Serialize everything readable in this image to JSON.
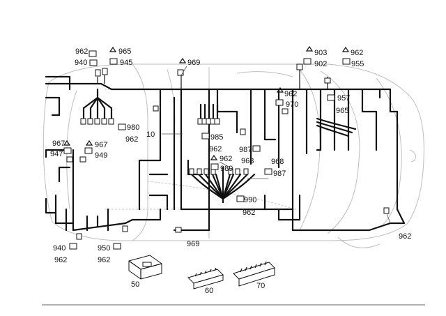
{
  "callouts": [
    {
      "id": "c962a",
      "text": "962"
    },
    {
      "id": "c965a",
      "text": "965"
    },
    {
      "id": "c940a",
      "text": "940"
    },
    {
      "id": "c945",
      "text": "945"
    },
    {
      "id": "c969a",
      "text": "969"
    },
    {
      "id": "c903",
      "text": "903"
    },
    {
      "id": "c962b",
      "text": "962"
    },
    {
      "id": "c902",
      "text": "902"
    },
    {
      "id": "c955",
      "text": "955"
    },
    {
      "id": "c962c",
      "text": "962"
    },
    {
      "id": "c970",
      "text": "970"
    },
    {
      "id": "c957",
      "text": "957"
    },
    {
      "id": "c965b",
      "text": "965"
    },
    {
      "id": "c980",
      "text": "980"
    },
    {
      "id": "c962d",
      "text": "962"
    },
    {
      "id": "c10",
      "text": "10"
    },
    {
      "id": "c985",
      "text": "985"
    },
    {
      "id": "c962e",
      "text": "962"
    },
    {
      "id": "c987a",
      "text": "987"
    },
    {
      "id": "c968a",
      "text": "968"
    },
    {
      "id": "c968b",
      "text": "968"
    },
    {
      "id": "c987b",
      "text": "987"
    },
    {
      "id": "c967a",
      "text": "967"
    },
    {
      "id": "c947",
      "text": "947"
    },
    {
      "id": "c967b",
      "text": "967"
    },
    {
      "id": "c949",
      "text": "949"
    },
    {
      "id": "c962f",
      "text": "962"
    },
    {
      "id": "c989",
      "text": "989"
    },
    {
      "id": "c990",
      "text": "990"
    },
    {
      "id": "c962g",
      "text": "962"
    },
    {
      "id": "c940b",
      "text": "940"
    },
    {
      "id": "c950",
      "text": "950"
    },
    {
      "id": "c962h",
      "text": "962"
    },
    {
      "id": "c962i",
      "text": "962"
    },
    {
      "id": "c969b",
      "text": "969"
    },
    {
      "id": "c962j",
      "text": "962"
    },
    {
      "id": "c50",
      "text": "50"
    },
    {
      "id": "c60",
      "text": "60"
    },
    {
      "id": "c70",
      "text": "70"
    }
  ]
}
